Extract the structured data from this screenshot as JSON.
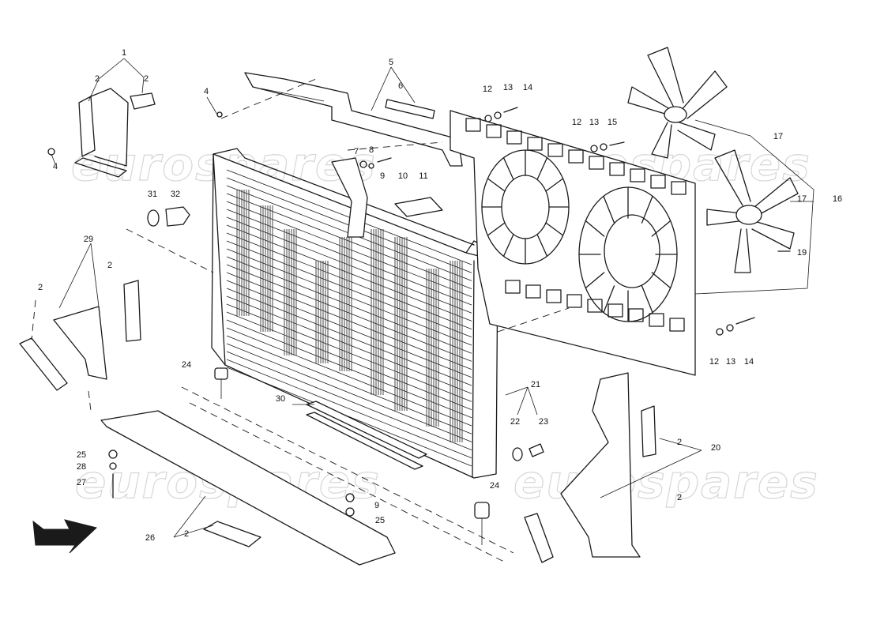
{
  "watermark": "eurospares",
  "part_labels": [
    "1",
    "2",
    "2",
    "4",
    "4",
    "5",
    "6",
    "12",
    "13",
    "14",
    "12",
    "13",
    "15",
    "17",
    "17",
    "16",
    "7",
    "8",
    "9",
    "10",
    "11",
    "31",
    "32",
    "29",
    "2",
    "2",
    "19",
    "12",
    "13",
    "14",
    "24",
    "21",
    "22",
    "23",
    "30",
    "20",
    "2",
    "2",
    "25",
    "28",
    "27",
    "9",
    "25",
    "24",
    "26",
    "2"
  ]
}
